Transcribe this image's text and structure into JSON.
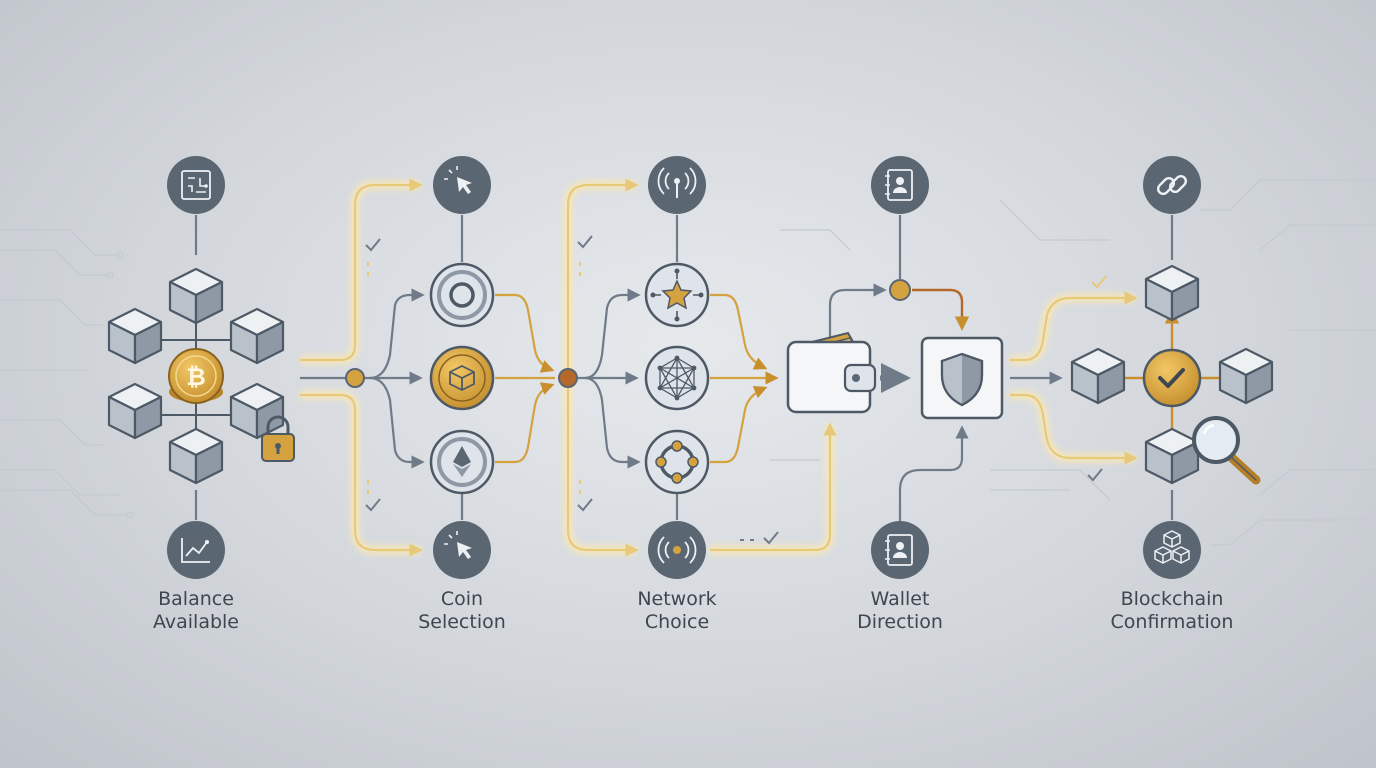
{
  "colors": {
    "dark_circle": "#5b6673",
    "connector": "#6f7b88",
    "gold": "#d4a23f",
    "gold_dark": "#b47f26",
    "glow": "#fbeec4",
    "cube_face": "#dfe4ea",
    "cube_side": "#98a3ae",
    "text": "#3e4650"
  },
  "stages": [
    {
      "label_line1": "Balance",
      "label_line2": "Available",
      "top_icon": "circuit-board-icon",
      "bottom_icon": "analytics-chart-icon"
    },
    {
      "label_line1": "Coin",
      "label_line2": "Selection",
      "top_icon": "cursor-click-icon",
      "bottom_icon": "cursor-click-icon"
    },
    {
      "label_line1": "Network",
      "label_line2": "Choice",
      "top_icon": "antenna-signal-icon",
      "bottom_icon": "broadcast-signal-icon"
    },
    {
      "label_line1": "Wallet",
      "label_line2": "Direction",
      "top_icon": "address-book-icon",
      "bottom_icon": "address-book-icon"
    },
    {
      "label_line1": "Blockchain",
      "label_line2": "Confirmation",
      "top_icon": "chain-link-icon",
      "bottom_icon": "blocks-stack-icon"
    }
  ]
}
